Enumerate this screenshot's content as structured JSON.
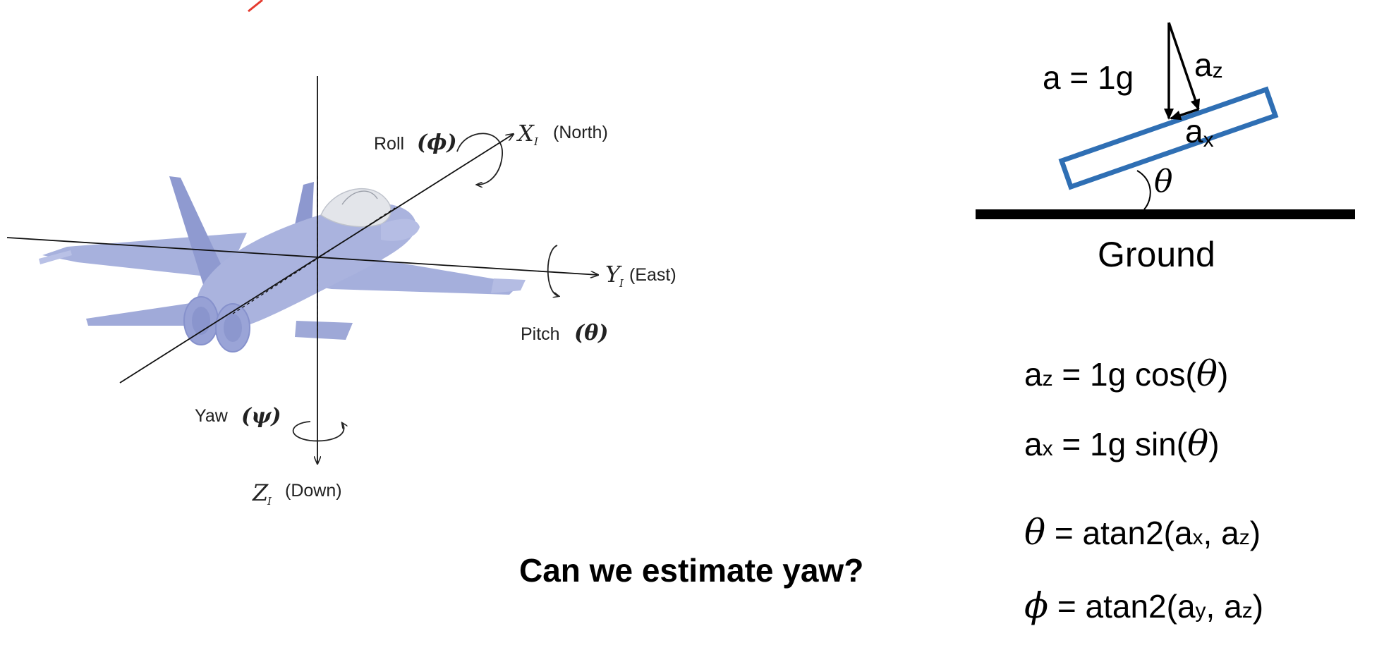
{
  "aircraft_diagram": {
    "roll_label": "Roll",
    "roll_symbol": "(ϕ)",
    "x_axis_symbol": "X",
    "x_axis_sub": "I",
    "x_axis_label": "(North)",
    "y_axis_symbol": "Y",
    "y_axis_sub": "I",
    "y_axis_label": "(East)",
    "z_axis_symbol": "Z",
    "z_axis_sub": "I",
    "z_axis_label": "(Down)",
    "pitch_label": "Pitch",
    "pitch_symbol": "(θ)",
    "yaw_label": "Yaw",
    "yaw_symbol": "(ψ)"
  },
  "tilt_diagram": {
    "gravity_label": "a = 1g",
    "az_base": "a",
    "az_sub": "z",
    "ax_base": "a",
    "ax_sub": "x",
    "angle_symbol": "θ",
    "ground_label": "Ground",
    "box_color": "#2f6fb4"
  },
  "equations": {
    "eq1": {
      "lhs": "a",
      "lhs_sub": "z",
      "rhs_pre": " = 1g cos(",
      "greek": "θ",
      "rhs_post": ")"
    },
    "eq2": {
      "lhs": "a",
      "lhs_sub": "x",
      "rhs_pre": " = 1g sin(",
      "greek": "θ",
      "rhs_post": ")"
    },
    "eq3": {
      "greek": "θ",
      "mid": " = atan2(a",
      "sub1": "x",
      "sep": ", a",
      "sub2": "z",
      "end": ")"
    },
    "eq4": {
      "greek": "ϕ",
      "mid": " = atan2(a",
      "sub1": "y",
      "sep": ", a",
      "sub2": "z",
      "end": ")"
    }
  },
  "question": "Can we estimate yaw?",
  "accent_color": "#e53b2f"
}
